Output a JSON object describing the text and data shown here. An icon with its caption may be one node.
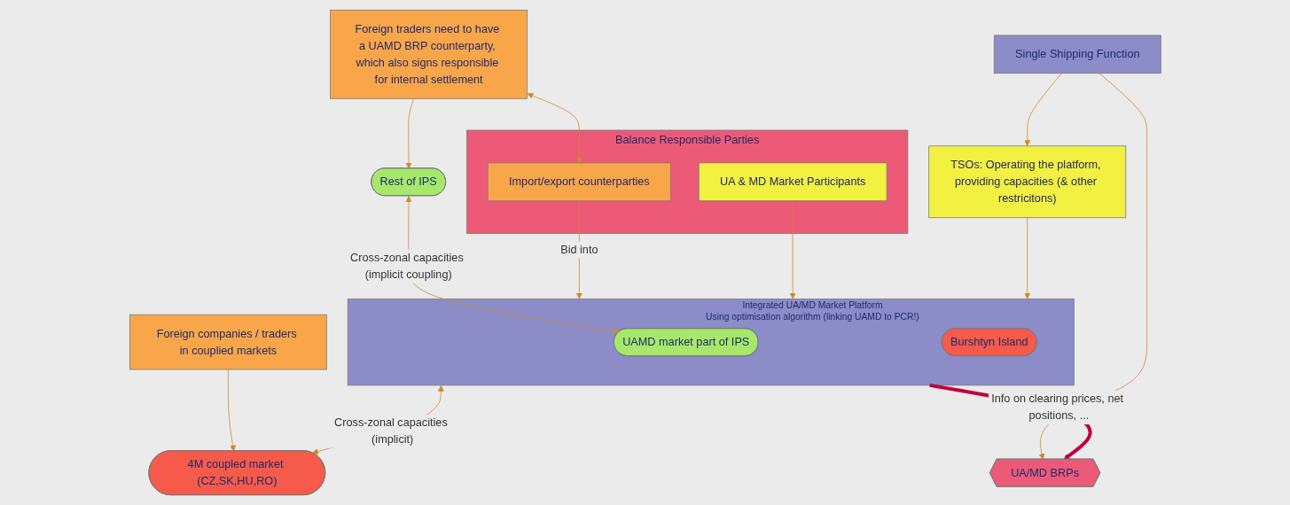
{
  "diagram": {
    "nodes": [
      {
        "text": [
          "Balance Responsible Parties"
        ]
      },
      {
        "text": [
          "Import/export counterparties"
        ],
        "in": 0
      },
      {
        "text": [
          "UA & MD Market Participants"
        ],
        "in": 0
      },
      {
        "text": [
          "Foreign traders need to have a UAMD BRP counterparty, which also signs responsible for internal settlement"
        ]
      },
      {
        "text": [
          "Foreign companies / traders in couplied markets"
        ]
      },
      {
        "text": [
          "Integrated UA/MD Market Platform",
          "Using optimisation algorithm (linking UAMD to PCR!)"
        ]
      },
      {
        "text": [
          "Rest of IPS"
        ]
      },
      {
        "text": [
          "UAMD market part of IPS"
        ],
        "in": 5
      },
      {
        "text": [
          "Burshtyn Island"
        ],
        "in": 5
      },
      {
        "text": [
          "4M coupled market (CZ,SK,HU,RO)"
        ]
      },
      {
        "text": [
          "TSOs: Operating the platform, providing capacities (& other restricitons)"
        ]
      },
      {
        "text": [
          "Single Shipping Function"
        ]
      },
      {
        "text": [
          "UA/MD BRPs"
        ]
      }
    ],
    "edges": [
      {
        "from": 3,
        "to": 1,
        "arrow": "both"
      },
      {
        "from": 1,
        "to": 5,
        "arrow": "to",
        "label": "Bid into"
      },
      {
        "from": 2,
        "to": 5,
        "arrow": "to"
      },
      {
        "from": 3,
        "to": 6,
        "arrow": "to"
      },
      {
        "from": 4,
        "to": 9,
        "arrow": "to"
      },
      {
        "from": 6,
        "to": 7,
        "arrow": "both",
        "label": "Cross-zonal capacities (implicit coupling)"
      },
      {
        "from": 5,
        "to": 9,
        "arrow": "both",
        "label": "Cross-zonal capacities (implicit)"
      },
      {
        "from": 10,
        "to": 5,
        "arrow": "to"
      },
      {
        "from": 11,
        "to": 10,
        "arrow": "to"
      },
      {
        "from": 5,
        "to": 12,
        "arrow": "to",
        "label": "Info on clearing prices, net positions, ...",
        "style": "thick",
        "color": "#c0003c"
      },
      {
        "from": 11,
        "to": 12,
        "arrow": "to"
      }
    ]
  }
}
